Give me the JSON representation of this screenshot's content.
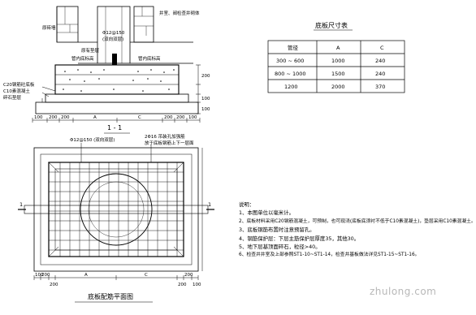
{
  "section": {
    "title": "1 - 1",
    "labels": {
      "wall_note": "井室、阀检查井砌体",
      "left_wall": "原砖墙",
      "rebar_top": "Φ12@150",
      "rebar_top2": "(双向双层)",
      "pipe_left": "管内底标高",
      "cover": "原有垫层",
      "pipe_right": "管内底标高",
      "c20": "C20钢筋砼底板",
      "c10": "C10素混凝土",
      "gravel": "碎石垫层"
    },
    "vdims": [
      "200",
      "100",
      "100"
    ],
    "hdims": [
      "100",
      "200",
      "200",
      "A",
      "C",
      "200",
      "200",
      "100"
    ]
  },
  "plan": {
    "title": "底板配筋平面图",
    "rebar_main": "Φ12@150 (双向双层)",
    "rebar_side": "2Φ16 吊装孔加强筋",
    "rebar_side2": "放于底板钢筋上下一层面",
    "cut_label": "1",
    "hdims": [
      "100",
      "200",
      "200",
      "A",
      "C",
      "200",
      "200",
      "100"
    ]
  },
  "table": {
    "title": "底板尺寸表",
    "headers": [
      "管径",
      "A",
      "C"
    ],
    "rows": [
      [
        "300 ~ 600",
        "1000",
        "240"
      ],
      [
        "800 ~ 1000",
        "1500",
        "240"
      ],
      [
        "1200",
        "2000",
        "370"
      ]
    ]
  },
  "notes": {
    "heading": "说明：",
    "items": [
      "1、本图单位以毫米计。",
      "2、底板材料采用C20钢筋混凝土，可预制，也可现浇(底板底须衬不低于C10素混凝土)，垫层采用C10素混凝土。",
      "3、底板钢筋布置时注意预留孔。",
      "4、钢筋保护层：下层主筋保护层厚度35，其他30。",
      "5、地下层基顶面碎石，粒径>40。",
      "6、检查井井室及上部参照ST1-10~ST1-14，检查井基板做法详见ST1-15~ST1-16。"
    ]
  },
  "watermark": "zhulong.com"
}
